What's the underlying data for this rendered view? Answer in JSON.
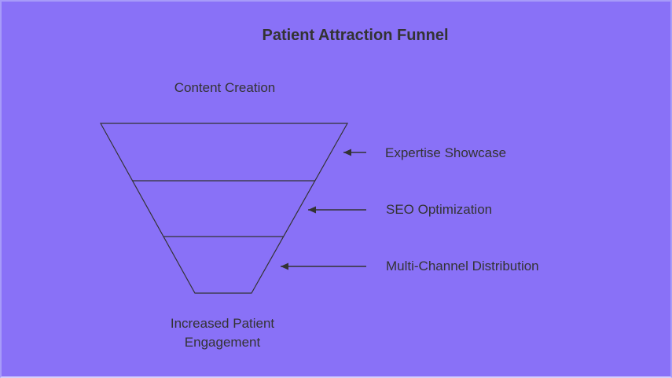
{
  "diagram": {
    "title": "Patient Attraction Funnel",
    "top_label": "Content Creation",
    "bottom_label": "Increased Patient Engagement",
    "stages": [
      {
        "label": "Expertise Showcase"
      },
      {
        "label": "SEO Optimization"
      },
      {
        "label": "Multi-Channel Distribution"
      }
    ],
    "colors": {
      "background": "#8971F7",
      "line": "#333333",
      "text": "#333333"
    }
  }
}
